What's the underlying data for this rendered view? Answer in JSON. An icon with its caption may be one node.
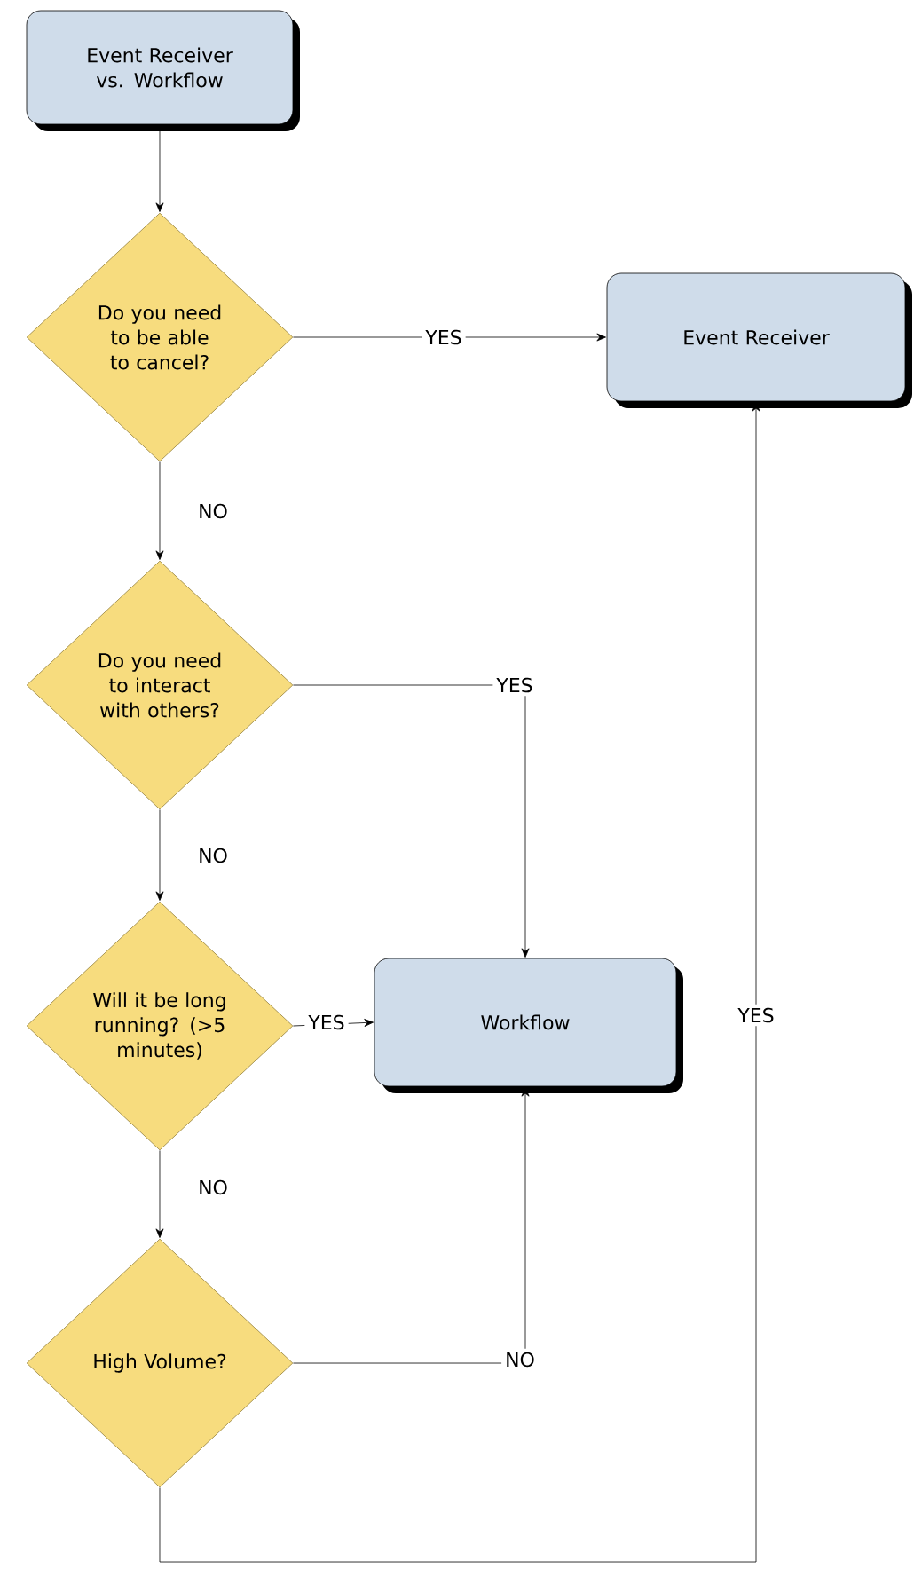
{
  "diagram": {
    "nodes": [
      {
        "text": [
          "Event Receiver vs. Workflow"
        ]
      },
      {
        "text": [
          "Do you need to be able to cancel?"
        ]
      },
      {
        "text": [
          "Event Receiver"
        ]
      },
      {
        "text": [
          "Do you need to interact with others?"
        ]
      },
      {
        "text": [
          "Will it be long running? (>5 minutes)"
        ]
      },
      {
        "text": [
          "Workflow"
        ]
      },
      {
        "text": [
          "High Volume?"
        ]
      }
    ],
    "edges": [
      {
        "from": 0,
        "to": 1,
        "arrow": "to"
      },
      {
        "from": 1,
        "to": 2,
        "arrow": "to",
        "label": "YES"
      },
      {
        "from": 1,
        "to": 3,
        "arrow": "to",
        "label": "NO"
      },
      {
        "from": 3,
        "to": 5,
        "arrow": "to",
        "label": "YES"
      },
      {
        "from": 3,
        "to": 4,
        "arrow": "to",
        "label": "NO"
      },
      {
        "from": 4,
        "to": 5,
        "arrow": "to",
        "label": "YES"
      },
      {
        "from": 4,
        "to": 6,
        "arrow": "to",
        "label": "NO"
      },
      {
        "from": 6,
        "to": 5,
        "arrow": "to",
        "label": "NO"
      },
      {
        "from": 6,
        "to": 2,
        "arrow": "to",
        "label": "YES"
      }
    ]
  }
}
